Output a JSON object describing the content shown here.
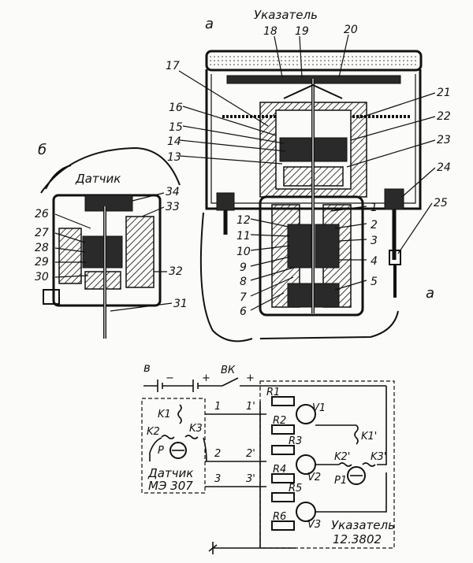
{
  "labels": {
    "a_top": "а",
    "a_side": "а",
    "b": "б",
    "v": "в",
    "indicator_title": "Указатель",
    "sensor_title": "Датчик",
    "circuit_sensor_line1": "Датчик",
    "circuit_sensor_line2": "МЭ 307",
    "circuit_indicator_line1": "Указатель",
    "circuit_indicator_line2": "12.3802",
    "switch": "ВК",
    "plus1": "+",
    "plus2": "+",
    "minus": "−"
  },
  "indicator_callouts": [
    "1",
    "2",
    "3",
    "4",
    "5",
    "6",
    "7",
    "8",
    "9",
    "10",
    "11",
    "12",
    "13",
    "14",
    "15",
    "16",
    "17",
    "18",
    "19",
    "20",
    "21",
    "22",
    "23",
    "24",
    "25"
  ],
  "sensor_callouts": [
    "26",
    "27",
    "28",
    "29",
    "30",
    "31",
    "32",
    "33",
    "34"
  ],
  "circuit": {
    "sensor_coils": [
      "K1",
      "K2",
      "K3"
    ],
    "rotor_sensor": "P",
    "wires": [
      "1",
      "1'",
      "2",
      "2'",
      "3",
      "3'"
    ],
    "resistors": [
      "R1",
      "R2",
      "R3",
      "R4",
      "R5",
      "R6"
    ],
    "transistors": [
      "V1",
      "V2",
      "V3"
    ],
    "indicator_coils": [
      "K1'",
      "K2'",
      "K3'"
    ],
    "rotor_indicator": "P1"
  }
}
